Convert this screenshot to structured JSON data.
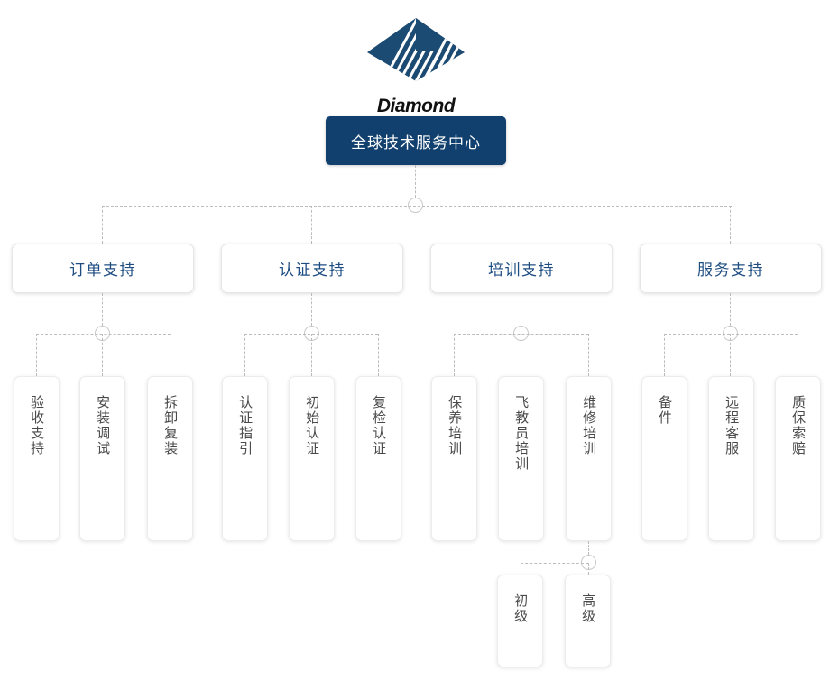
{
  "brand": {
    "wordmark": "Diamond",
    "logo_icon": "diamond-logo-icon",
    "logo_color": "#11406e"
  },
  "colors": {
    "root_fill": "#11406e",
    "root_text": "#ffffff",
    "category_text": "#1e4d82",
    "leaf_text": "#4a4a4a",
    "connector": "#bcbcbc",
    "background": "#ffffff"
  },
  "root": {
    "label": "全球技术服务中心"
  },
  "categories": [
    {
      "label": "订单支持",
      "children": [
        {
          "label": "验收支持"
        },
        {
          "label": "安装调试"
        },
        {
          "label": "拆卸复装"
        }
      ]
    },
    {
      "label": "认证支持",
      "children": [
        {
          "label": "认证指引"
        },
        {
          "label": "初始认证"
        },
        {
          "label": "复检认证"
        }
      ]
    },
    {
      "label": "培训支持",
      "children": [
        {
          "label": "保养培训"
        },
        {
          "label": "飞教员培训"
        },
        {
          "label": "维修培训",
          "children": [
            {
              "label": "初级"
            },
            {
              "label": "高级"
            }
          ]
        }
      ]
    },
    {
      "label": "服务支持",
      "children": [
        {
          "label": "备件"
        },
        {
          "label": "远程客服"
        },
        {
          "label": "质保索赔"
        }
      ]
    }
  ]
}
